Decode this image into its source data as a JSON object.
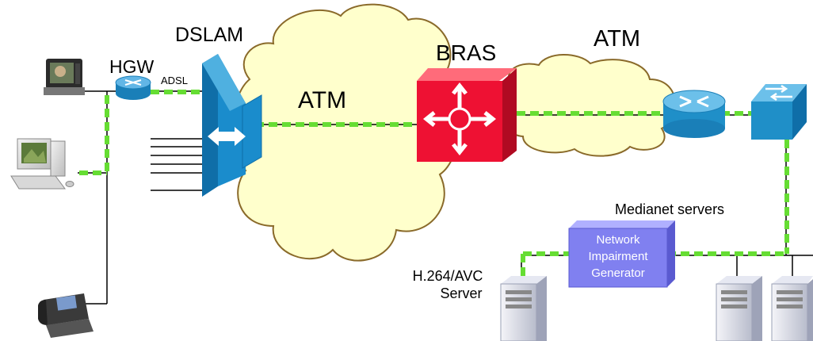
{
  "labels": {
    "dslam": "DSLAM",
    "hgw": "HGW",
    "adsl": "ADSL",
    "atm_left": "ATM",
    "bras": "BRAS",
    "atm_right": "ATM",
    "medianet": "Medianet servers",
    "nig_line1": "Network",
    "nig_line2": "Impairment",
    "nig_line3": "Generator",
    "h264_line1": "H.264/AVC",
    "h264_line2": "Server"
  },
  "colors": {
    "cloud_fill": "#ffffcc",
    "cloud_stroke": "#8a6a2a",
    "path_green": "#66dd33",
    "bras_red": "#ee1133",
    "dslam_blue": "#1a8ccc",
    "router_blue": "#1f8fc8",
    "nig_fill": "#8080f0",
    "nig_text": "#ffffff"
  },
  "icons": [
    "tv-set-top-box-icon",
    "desktop-pc-icon",
    "ip-phone-icon",
    "hgw-router-icon",
    "dslam-icon",
    "bras-router-icon",
    "edge-router-icon",
    "lan-switch-icon",
    "server-tower-icon"
  ]
}
